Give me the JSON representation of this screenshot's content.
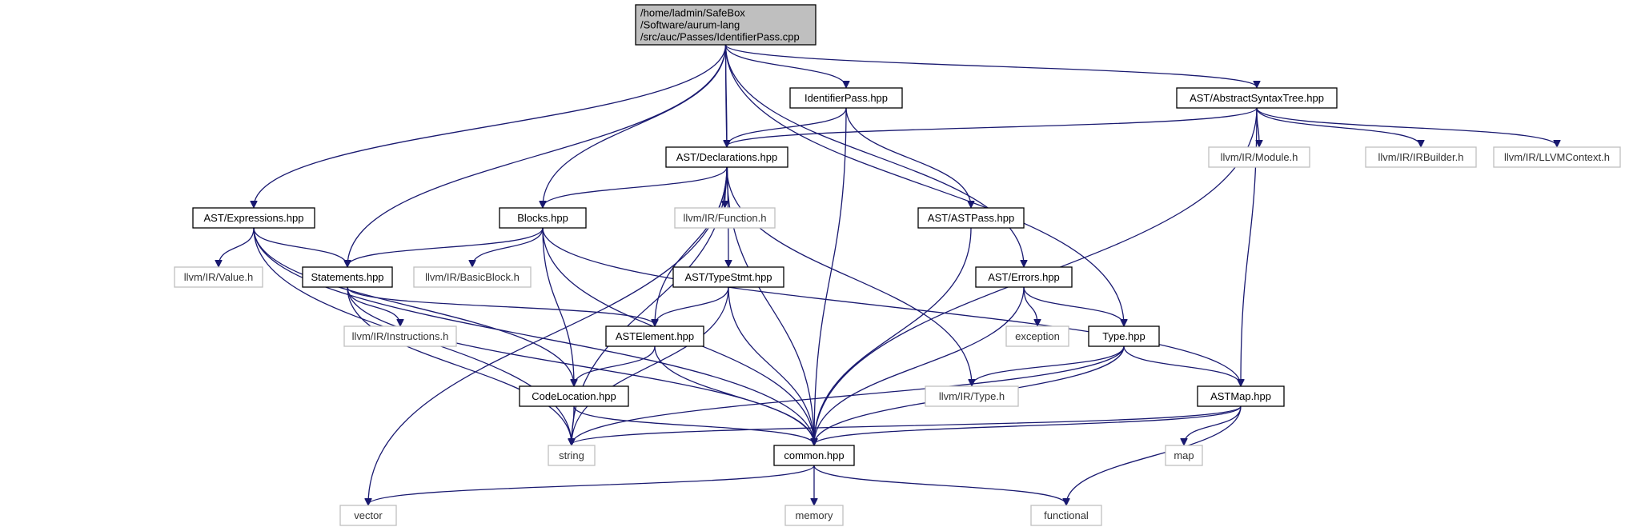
{
  "nodes": [
    {
      "id": "root",
      "lines": [
        "/home/ladmin/SafeBox",
        "/Software/aurum-lang",
        "/src/auc/Passes/IdentifierPass.cpp"
      ],
      "kind": "root"
    },
    {
      "id": "identifierpass",
      "lines": [
        "IdentifierPass.hpp"
      ],
      "kind": "local"
    },
    {
      "id": "ast_abstractsyntaxtree",
      "lines": [
        "AST/AbstractSyntaxTree.hpp"
      ],
      "kind": "local"
    },
    {
      "id": "ast_declarations",
      "lines": [
        "AST/Declarations.hpp"
      ],
      "kind": "local"
    },
    {
      "id": "llvm_module",
      "lines": [
        "llvm/IR/Module.h"
      ],
      "kind": "ext"
    },
    {
      "id": "llvm_irbuilder",
      "lines": [
        "llvm/IR/IRBuilder.h"
      ],
      "kind": "ext"
    },
    {
      "id": "llvm_llvmcontext",
      "lines": [
        "llvm/IR/LLVMContext.h"
      ],
      "kind": "ext"
    },
    {
      "id": "ast_expressions",
      "lines": [
        "AST/Expressions.hpp"
      ],
      "kind": "local"
    },
    {
      "id": "blocks",
      "lines": [
        "Blocks.hpp"
      ],
      "kind": "local"
    },
    {
      "id": "llvm_function",
      "lines": [
        "llvm/IR/Function.h"
      ],
      "kind": "ext"
    },
    {
      "id": "ast_astpass",
      "lines": [
        "AST/ASTPass.hpp"
      ],
      "kind": "local"
    },
    {
      "id": "llvm_value",
      "lines": [
        "llvm/IR/Value.h"
      ],
      "kind": "ext"
    },
    {
      "id": "statements",
      "lines": [
        "Statements.hpp"
      ],
      "kind": "local"
    },
    {
      "id": "llvm_basicblock",
      "lines": [
        "llvm/IR/BasicBlock.h"
      ],
      "kind": "ext"
    },
    {
      "id": "ast_typestmt",
      "lines": [
        "AST/TypeStmt.hpp"
      ],
      "kind": "local"
    },
    {
      "id": "ast_errors",
      "lines": [
        "AST/Errors.hpp"
      ],
      "kind": "local"
    },
    {
      "id": "llvm_instructions",
      "lines": [
        "llvm/IR/Instructions.h"
      ],
      "kind": "ext"
    },
    {
      "id": "astelement",
      "lines": [
        "ASTElement.hpp"
      ],
      "kind": "local"
    },
    {
      "id": "exception",
      "lines": [
        "exception"
      ],
      "kind": "ext"
    },
    {
      "id": "type",
      "lines": [
        "Type.hpp"
      ],
      "kind": "local"
    },
    {
      "id": "codelocation",
      "lines": [
        "CodeLocation.hpp"
      ],
      "kind": "local"
    },
    {
      "id": "llvm_type",
      "lines": [
        "llvm/IR/Type.h"
      ],
      "kind": "ext"
    },
    {
      "id": "astmap",
      "lines": [
        "ASTMap.hpp"
      ],
      "kind": "local"
    },
    {
      "id": "string",
      "lines": [
        "string"
      ],
      "kind": "ext"
    },
    {
      "id": "common",
      "lines": [
        "common.hpp"
      ],
      "kind": "local"
    },
    {
      "id": "map",
      "lines": [
        "map"
      ],
      "kind": "ext"
    },
    {
      "id": "vector",
      "lines": [
        "vector"
      ],
      "kind": "ext"
    },
    {
      "id": "memory",
      "lines": [
        "memory"
      ],
      "kind": "ext"
    },
    {
      "id": "functional",
      "lines": [
        "functional"
      ],
      "kind": "ext"
    }
  ],
  "edges": [
    [
      "root",
      "identifierpass"
    ],
    [
      "root",
      "ast_abstractsyntaxtree"
    ],
    [
      "root",
      "ast_declarations"
    ],
    [
      "root",
      "ast_expressions"
    ],
    [
      "root",
      "blocks"
    ],
    [
      "root",
      "statements"
    ],
    [
      "root",
      "ast_typestmt"
    ],
    [
      "root",
      "ast_errors"
    ],
    [
      "root",
      "type"
    ],
    [
      "identifierpass",
      "ast_declarations"
    ],
    [
      "identifierpass",
      "ast_astpass"
    ],
    [
      "identifierpass",
      "common"
    ],
    [
      "ast_abstractsyntaxtree",
      "ast_declarations"
    ],
    [
      "ast_abstractsyntaxtree",
      "llvm_module"
    ],
    [
      "ast_abstractsyntaxtree",
      "llvm_irbuilder"
    ],
    [
      "ast_abstractsyntaxtree",
      "llvm_llvmcontext"
    ],
    [
      "ast_abstractsyntaxtree",
      "astmap"
    ],
    [
      "ast_abstractsyntaxtree",
      "common"
    ],
    [
      "ast_declarations",
      "blocks"
    ],
    [
      "ast_declarations",
      "llvm_function"
    ],
    [
      "ast_declarations",
      "astelement"
    ],
    [
      "ast_declarations",
      "common"
    ],
    [
      "ast_declarations",
      "llvm_type"
    ],
    [
      "ast_declarations",
      "string"
    ],
    [
      "ast_declarations",
      "vector"
    ],
    [
      "ast_expressions",
      "statements"
    ],
    [
      "ast_expressions",
      "llvm_value"
    ],
    [
      "ast_expressions",
      "string"
    ],
    [
      "ast_expressions",
      "codelocation"
    ],
    [
      "ast_expressions",
      "common"
    ],
    [
      "blocks",
      "statements"
    ],
    [
      "blocks",
      "llvm_basicblock"
    ],
    [
      "blocks",
      "codelocation"
    ],
    [
      "blocks",
      "common"
    ],
    [
      "blocks",
      "astmap"
    ],
    [
      "statements",
      "llvm_instructions"
    ],
    [
      "statements",
      "astelement"
    ],
    [
      "statements",
      "string"
    ],
    [
      "statements",
      "common"
    ],
    [
      "ast_typestmt",
      "astelement"
    ],
    [
      "ast_typestmt",
      "string"
    ],
    [
      "ast_typestmt",
      "common"
    ],
    [
      "ast_astpass",
      "common"
    ],
    [
      "ast_errors",
      "exception"
    ],
    [
      "ast_errors",
      "type"
    ],
    [
      "ast_errors",
      "common"
    ],
    [
      "astelement",
      "codelocation"
    ],
    [
      "astelement",
      "common"
    ],
    [
      "type",
      "llvm_type"
    ],
    [
      "type",
      "astmap"
    ],
    [
      "type",
      "common"
    ],
    [
      "type",
      "string"
    ],
    [
      "codelocation",
      "string"
    ],
    [
      "codelocation",
      "common"
    ],
    [
      "astmap",
      "string"
    ],
    [
      "astmap",
      "common"
    ],
    [
      "astmap",
      "map"
    ],
    [
      "astmap",
      "functional"
    ],
    [
      "common",
      "vector"
    ],
    [
      "common",
      "memory"
    ],
    [
      "common",
      "functional"
    ]
  ]
}
